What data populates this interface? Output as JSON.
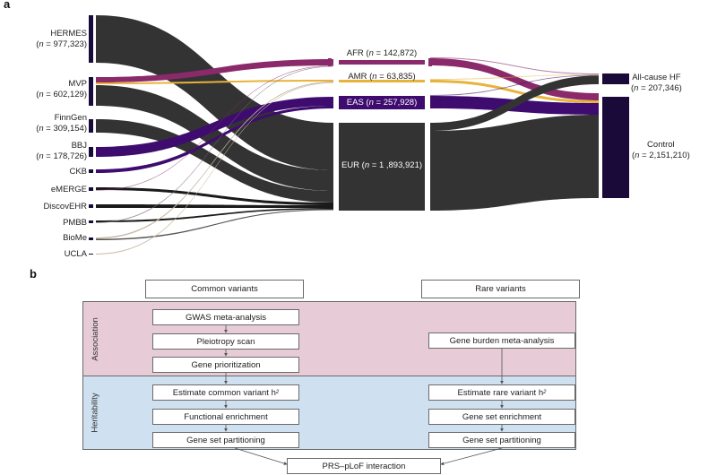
{
  "panel_a": {
    "label": "a",
    "colors": {
      "EUR": "#333333",
      "AFR": "#8b2a6b",
      "AMR": "#e8b339",
      "EAS": "#3e0c6e",
      "node_dark": "#1a0a3a",
      "thin_tan": "#c9b9a4"
    },
    "sources": [
      {
        "id": "HERMES",
        "name": "HERMES",
        "n": "977,323"
      },
      {
        "id": "MVP",
        "name": "MVP",
        "n": "602,129"
      },
      {
        "id": "FinnGen",
        "name": "FinnGen",
        "n": "309,154"
      },
      {
        "id": "BBJ",
        "name": "BBJ",
        "n": "178,726"
      },
      {
        "id": "CKB",
        "name": "CKB",
        "n": null
      },
      {
        "id": "eMERGE",
        "name": "eMERGE",
        "n": null
      },
      {
        "id": "DiscovEHR",
        "name": "DiscovEHR",
        "n": null
      },
      {
        "id": "PMBB",
        "name": "PMBB",
        "n": null
      },
      {
        "id": "BioMe",
        "name": "BioMe",
        "n": null
      },
      {
        "id": "UCLA",
        "name": "UCLA",
        "n": null
      }
    ],
    "ancestries": [
      {
        "id": "AFR",
        "name": "AFR",
        "n": "142,872"
      },
      {
        "id": "AMR",
        "name": "AMR",
        "n": "63,835"
      },
      {
        "id": "EAS",
        "name": "EAS",
        "n": "257,928"
      },
      {
        "id": "EUR",
        "name": "EUR",
        "n": "1 ,893,921"
      }
    ],
    "outcomes": [
      {
        "id": "HF",
        "name": "All-cause HF",
        "n": "207,346"
      },
      {
        "id": "Control",
        "name": "Control",
        "n": "2,151,210"
      }
    ],
    "n_prefix": "n",
    "n_equals": " = "
  },
  "panel_b": {
    "label": "b",
    "headers": {
      "common": "Common variants",
      "rare": "Rare variants"
    },
    "bands": {
      "association": "Association",
      "heritability": "Heritability"
    },
    "common_steps": [
      "GWAS meta-analysis",
      "Pleiotropy scan",
      "Gene prioritization",
      "Estimate common variant h",
      "Functional enrichment",
      "Gene set partitioning"
    ],
    "rare_steps": [
      "Gene burden meta-analysis",
      "Estimate rare variant h",
      "Gene set enrichment",
      "Gene set partitioning"
    ],
    "superscript": "2",
    "final": "PRS–pLoF interaction"
  }
}
